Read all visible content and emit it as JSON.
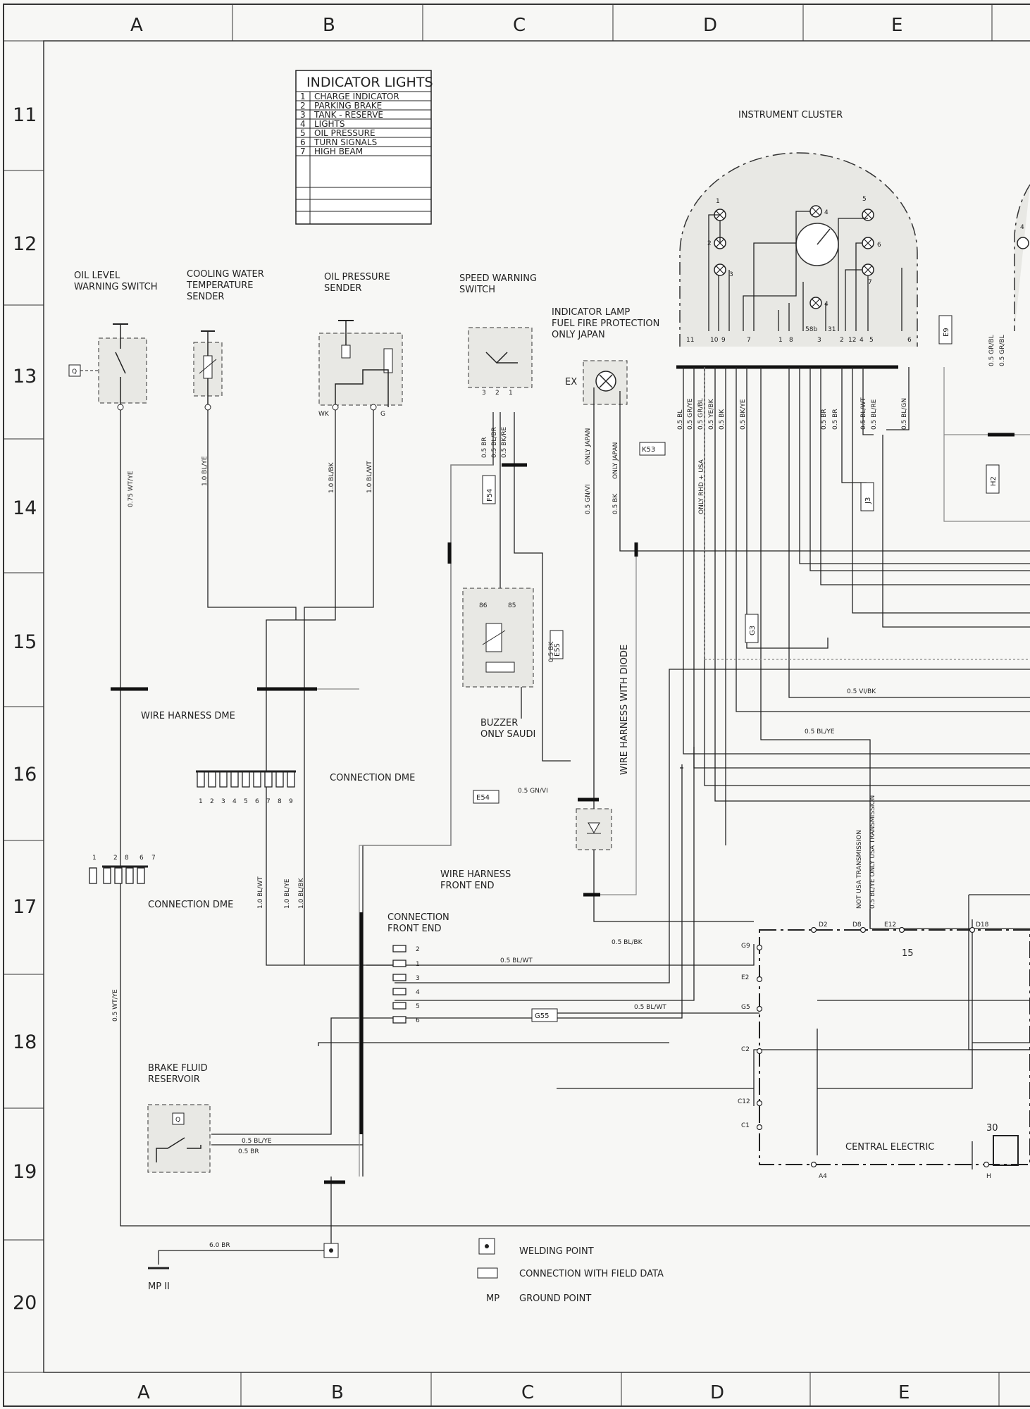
{
  "columns": [
    "A",
    "B",
    "C",
    "D",
    "E"
  ],
  "rows": [
    "11",
    "12",
    "13",
    "14",
    "15",
    "16",
    "17",
    "18",
    "19",
    "20"
  ],
  "indicator_lights": {
    "title": "INDICATOR LIGHTS",
    "items": [
      {
        "num": "1",
        "label": "CHARGE INDICATOR"
      },
      {
        "num": "2",
        "label": "PARKING BRAKE"
      },
      {
        "num": "3",
        "label": "TANK - RESERVE"
      },
      {
        "num": "4",
        "label": "LIGHTS"
      },
      {
        "num": "5",
        "label": "OIL PRESSURE"
      },
      {
        "num": "6",
        "label": "TURN SIGNALS"
      },
      {
        "num": "7",
        "label": "HIGH BEAM"
      }
    ]
  },
  "components": {
    "instrument_cluster": "INSTRUMENT CLUSTER",
    "oil_level_switch": [
      "OIL LEVEL",
      "WARNING SWITCH"
    ],
    "cooling_water_sender": [
      "COOLING WATER",
      "TEMPERATURE",
      "SENDER"
    ],
    "oil_pressure_sender": [
      "OIL PRESSURE",
      "SENDER"
    ],
    "speed_warning_switch": [
      "SPEED WARNING",
      "SWITCH"
    ],
    "indicator_lamp": [
      "INDICATOR LAMP",
      "FUEL FIRE PROTECTION",
      "ONLY JAPAN"
    ],
    "buzzer": [
      "BUZZER",
      "ONLY SAUDI"
    ],
    "wire_harness_dme": "WIRE HARNESS DME",
    "connection_dme_1": "CONNECTION DME",
    "connection_dme_2": "CONNECTION DME",
    "wire_harness_front_end": [
      "WIRE HARNESS",
      "FRONT END"
    ],
    "connection_front_end": [
      "CONNECTION",
      "FRONT END"
    ],
    "wire_harness_diode": "WIRE HARNESS WITH DIODE",
    "brake_fluid": [
      "BRAKE FLUID",
      "RESERVOIR"
    ],
    "central_electric": "CENTRAL ELECTRIC",
    "ground": "MP II",
    "ex_label": "EX",
    "q_label": "Q",
    "wk_label": "WK",
    "g_label": "G"
  },
  "pins": {
    "dme_connector_1": [
      "1",
      "2",
      "3",
      "4",
      "5",
      "6",
      "7",
      "8",
      "9"
    ],
    "dme_connector_2": [
      "1",
      "2",
      "8",
      "6",
      "7"
    ],
    "front_end_pins": [
      "2",
      "1",
      "3",
      "4",
      "5",
      "6"
    ],
    "cluster_pins": [
      "11",
      "10",
      "9",
      "7",
      "1",
      "8",
      "58b",
      "3",
      "31",
      "2",
      "12",
      "4",
      "5",
      "6"
    ],
    "central_pins": [
      "G9",
      "E2",
      "G5",
      "C2",
      "C12",
      "C1",
      "D2",
      "D8",
      "E12",
      "D18",
      "A4",
      "H"
    ],
    "cluster_lamps": [
      "1",
      "2",
      "3",
      "4",
      "5",
      "6",
      "7",
      "4"
    ],
    "relay_pins": [
      "86",
      "85"
    ],
    "speed_switch_pins": [
      "3",
      "2",
      "1"
    ],
    "terminal_30": "30",
    "terminal_15": "15"
  },
  "field_refs": [
    "K53",
    "F54",
    "E55",
    "E54",
    "G55",
    "G3",
    "J3",
    "E9",
    "H2"
  ],
  "wire_labels": {
    "w1": "0.75 WT/YE",
    "w2": "1.0 BL/YE",
    "w3": "1.0 BL/BK",
    "w4": "1.0 BL/WT",
    "w5": "0.5 BR",
    "w6": "0.5 BL/BR",
    "w7": "0.5 BK/RE",
    "w8": "0.5 GN/VI",
    "w9": "ONLY JAPAN",
    "w10": "0.5 BK",
    "w11": "ONLY JAPAN",
    "w12": "0.5 BK",
    "w13": "0.5 BL",
    "w14": "0.5 GR/YE",
    "w15": "0.5 GR/BL",
    "w16": "0.5 YE/BK",
    "w17": "0.5 BK",
    "w18": "0.5 BK/YE",
    "w19": "ONLY RHD + USA",
    "w20": "0.5 BR",
    "w21": "0.5 BR",
    "w22": "0.5 BL/WT",
    "w23": "0.5 BL/RE",
    "w24": "0.5 BL/GN",
    "w25": "0.5 GR/BL",
    "w26": "0.5 GR/BL",
    "w27": "0.5 VI/BK",
    "w28": "0.5 BL/YE",
    "w29": "0.5 GN/VI",
    "w30": "1.0 BL/WT",
    "w31": "1.0 BL/YE",
    "w32": "1.0 BL/BK",
    "w33": "0.5 WT/YE",
    "w34": "0.5 BL/WT",
    "w35": "0.5 BL/BK",
    "w36": "0.5 BL/WT",
    "w37": "0.5 BL/YE",
    "w38": "0.5 BR",
    "w39": "6.0 BR",
    "w40": "NOT USA TRANSMISSION",
    "w41": "0.5 BL/YE  ONLY USA TRANSMISSION"
  },
  "legend": {
    "welding": "WELDING POINT",
    "connection": "CONNECTION WITH FIELD DATA",
    "mp": "MP",
    "ground": "GROUND POINT"
  }
}
